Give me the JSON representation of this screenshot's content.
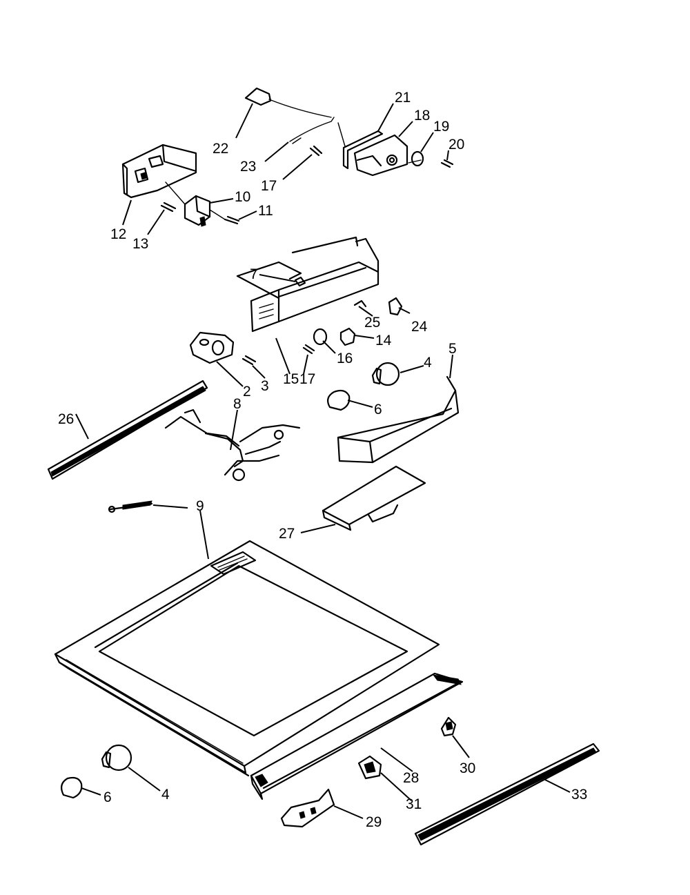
{
  "labels": {
    "p2": "2",
    "p3": "3",
    "p4a": "4",
    "p4b": "4",
    "p5": "5",
    "p6a": "6",
    "p6b": "6",
    "p7": "7",
    "p8": "8",
    "p9": "9",
    "p10": "10",
    "p11": "11",
    "p12": "12",
    "p13": "13",
    "p14": "14",
    "p15": "15",
    "p16": "16",
    "p17a": "17",
    "p17b": "17",
    "p18": "18",
    "p19": "19",
    "p20": "20",
    "p21": "21",
    "p22": "22",
    "p23": "23",
    "p24": "24",
    "p25": "25",
    "p26": "26",
    "p27": "27",
    "p28": "28",
    "p29": "29",
    "p30": "30",
    "p31": "31",
    "p33": "33"
  }
}
